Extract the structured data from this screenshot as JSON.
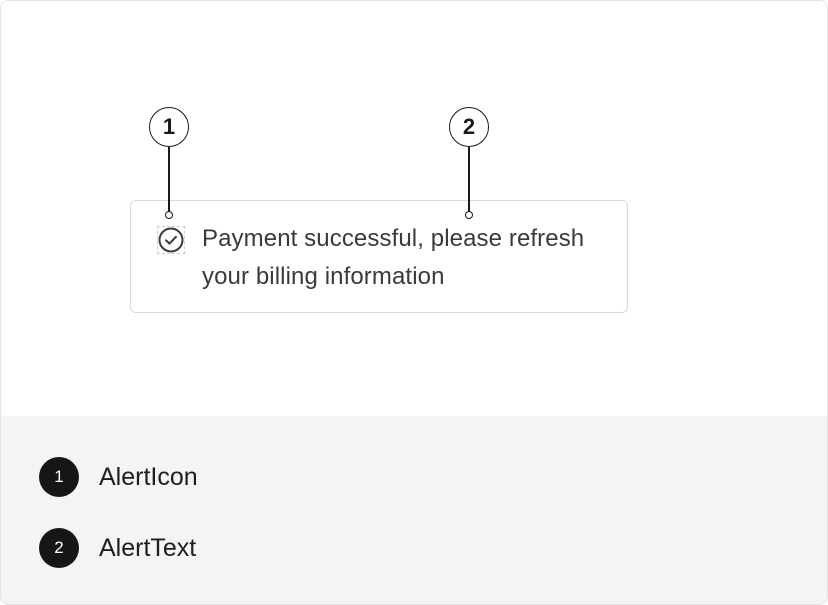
{
  "alert": {
    "icon": "check-circle-icon",
    "text": "Payment successful, please refresh your billing information"
  },
  "callouts": [
    {
      "number": "1",
      "target": "alert-icon"
    },
    {
      "number": "2",
      "target": "alert-text"
    }
  ],
  "legend": {
    "items": [
      {
        "number": "1",
        "label": "AlertIcon"
      },
      {
        "number": "2",
        "label": "AlertText"
      }
    ]
  },
  "colors": {
    "stroke": "#1a1a1a",
    "legend_background": "#f4f4f4",
    "alert_border": "#d9d9d9",
    "text": "#3a3a3a"
  }
}
